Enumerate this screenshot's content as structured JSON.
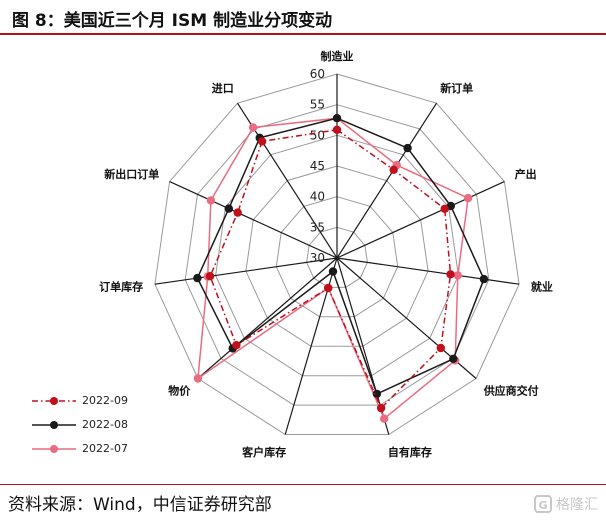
{
  "title": "图 8：美国近三个月 ISM 制造业分项变动",
  "source": "资料来源：Wind，中信证券研究部",
  "watermark": "格隆汇",
  "chart_data": {
    "type": "radar",
    "axes": [
      "制造业",
      "新订单",
      "产出",
      "就业",
      "供应商交付",
      "自有库存",
      "客户库存",
      "物价",
      "订单库存",
      "新出口订单",
      "进口"
    ],
    "rlim": [
      30,
      60
    ],
    "ticks": [
      30,
      35,
      40,
      45,
      50,
      55,
      60
    ],
    "grid": true,
    "legend_position": "bottom-left",
    "series": [
      {
        "name": "2022-09",
        "values": [
          50.9,
          47.1,
          49.3,
          48.7,
          52.4,
          55.5,
          35.1,
          51.7,
          50.9,
          47.8,
          52.6
        ],
        "color": "#c0101c",
        "line": "dash-dot"
      },
      {
        "name": "2022-08",
        "values": [
          52.8,
          51.3,
          50.4,
          54.2,
          55.1,
          53.1,
          32.3,
          52.5,
          53.0,
          49.4,
          53.3
        ],
        "color": "#1a1a1a",
        "line": "solid"
      },
      {
        "name": "2022-07",
        "values": [
          52.8,
          48.0,
          53.5,
          49.9,
          55.5,
          57.3,
          35.1,
          60.0,
          51.3,
          52.6,
          55.3
        ],
        "color": "#ea6c80",
        "line": "solid"
      }
    ]
  }
}
